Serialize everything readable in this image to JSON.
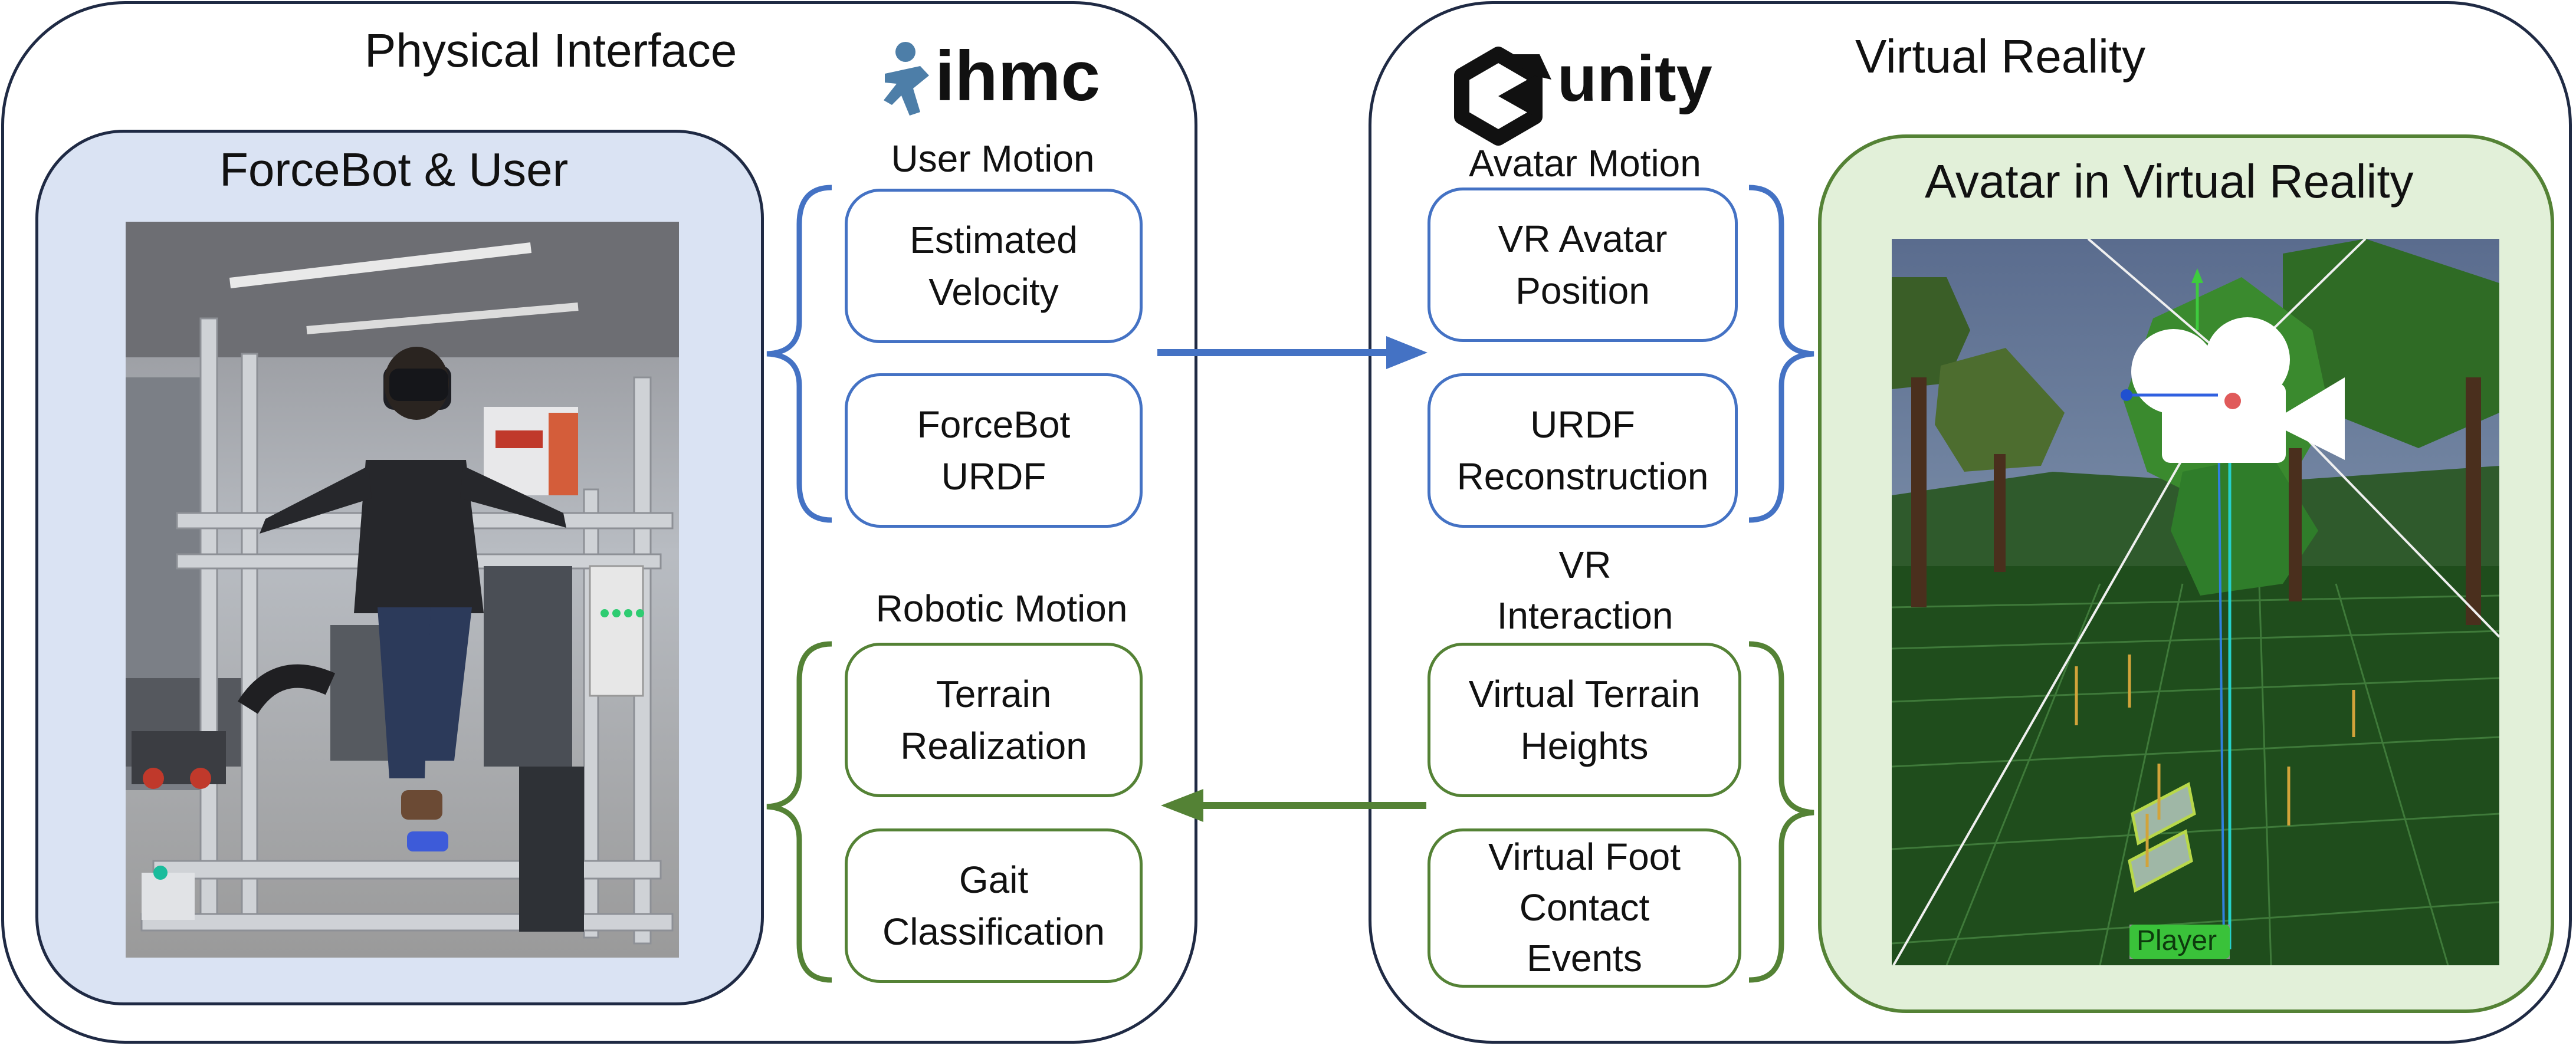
{
  "physical": {
    "title": "Physical Interface",
    "logo": "ihmc",
    "subpanel_title": "ForceBot & User",
    "user_motion": {
      "label": "User Motion",
      "boxes": [
        "Estimated\nVelocity",
        "ForceBot\nURDF"
      ]
    },
    "robotic_motion": {
      "label": "Robotic Motion",
      "boxes": [
        "Terrain\nRealization",
        "Gait\nClassification"
      ]
    }
  },
  "virtual": {
    "title": "Virtual Reality",
    "logo": "unity",
    "subpanel_title": "Avatar in Virtual Reality",
    "avatar_motion": {
      "label": "Avatar Motion",
      "boxes": [
        "VR Avatar\nPosition",
        "URDF\nReconstruction"
      ]
    },
    "vr_interaction": {
      "label": "VR\nInteraction",
      "boxes": [
        "Virtual Terrain\nHeights",
        "Virtual Foot\nContact\nEvents"
      ]
    },
    "player_label": "Player"
  },
  "colors": {
    "blue": "#4472c4",
    "green": "#548235",
    "physical_fill": "#dae3f3",
    "virtual_fill": "#e2f0d9",
    "panel_border": "#1f2a44"
  }
}
